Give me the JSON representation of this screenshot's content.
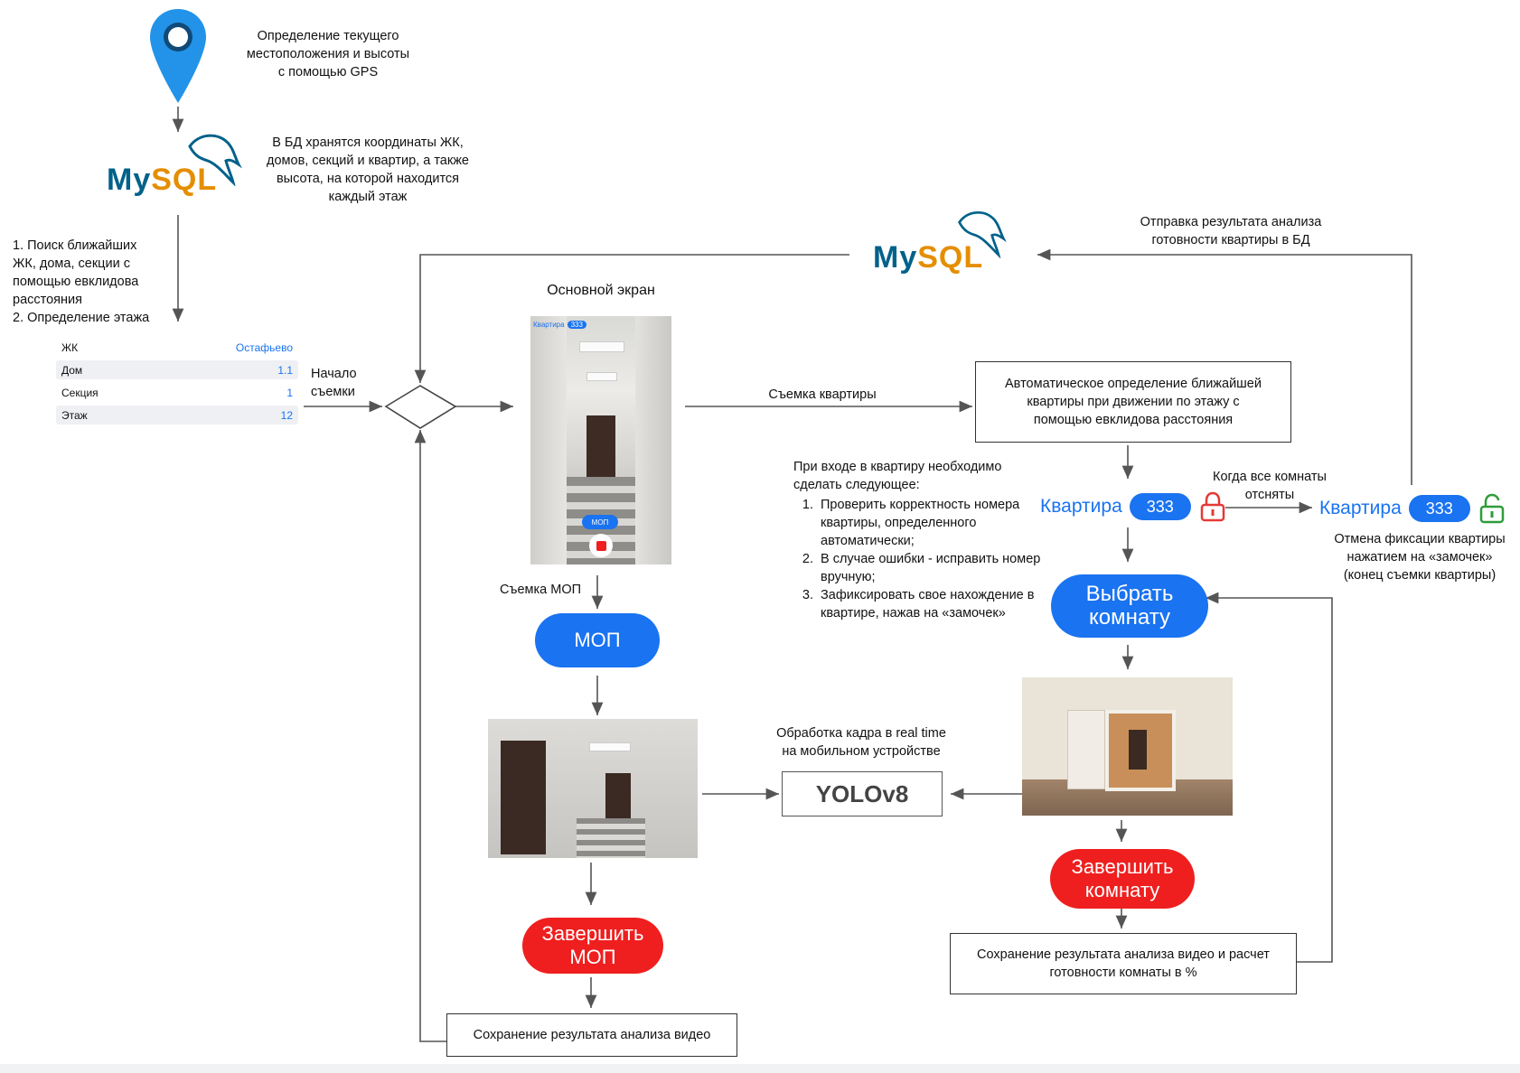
{
  "gps": {
    "icon": "map-pin-icon",
    "caption": "Определение текущего\nместоположения и высоты\nс помощью GPS"
  },
  "mysql_top": {
    "my": "My",
    "sql": "SQL",
    "caption": "В БД хранятся координаты ЖК,\nдомов, секций и квартир, а также\nвысота, на которой находится\nкаждый этаж"
  },
  "search_steps": "1. Поиск ближайших\nЖК, дома, секции с\nпомощью евклидова\nрасстояния\n2. Определение этажа",
  "info_table": [
    {
      "label": "ЖК",
      "value": "Остафьево"
    },
    {
      "label": "Дом",
      "value": "1.1"
    },
    {
      "label": "Секция",
      "value": "1"
    },
    {
      "label": "Этаж",
      "value": "12"
    }
  ],
  "start_label": "Начало\nсъемки",
  "main_screen": {
    "title": "Основной экран",
    "mini_label": "Квартира",
    "mini_num": "333",
    "mop_mini": "МОП"
  },
  "mysql_mid": {
    "my": "My",
    "sql": "SQL"
  },
  "send_result": "Отправка результата анализа\nготовности квартиры в БД",
  "shoot_apartment": "Съемка квартиры",
  "auto_detect_box": "Автоматическое определение ближайшей\nквартиры при движении по этажу с\nпомощью евклидова расстояния",
  "entry_instructions": {
    "heading": "При входе в квартиру необходимо\nсделать следующее:",
    "items": [
      "Проверить корректность номера квартиры, определенного автоматически;",
      "В случае ошибки - исправить номер вручную;",
      "Зафиксировать свое нахождение в квартире, нажав на «замочек»"
    ]
  },
  "apartment": {
    "label": "Квартира",
    "number": "333"
  },
  "all_rooms": "Когда все комнаты\nотсняты",
  "cancel_fix": "Отмена фиксации квартиры\nнажатием на «замочек»\n(конец съемки квартиры)",
  "choose_room": "Выбрать\nкомнату",
  "shoot_mop": "Съемка МОП",
  "mop_button": "МОП",
  "frame_processing": "Обработка кадра в real time\nна мобильном устройстве",
  "yolo": "YOLOv8",
  "finish_mop": "Завершить\nМОП",
  "finish_room": "Завершить\nкомнату",
  "save_video": "Сохранение результата анализа видео",
  "save_room": "Сохранение результата анализа видео и расчет\nготовности комнаты в %",
  "colors": {
    "accent": "#1a73f0",
    "danger": "#ef1f1f",
    "lock_red": "#e53935",
    "lock_green": "#2e9d3a",
    "mysql_blue": "#00618a",
    "mysql_orange": "#e48e00"
  }
}
